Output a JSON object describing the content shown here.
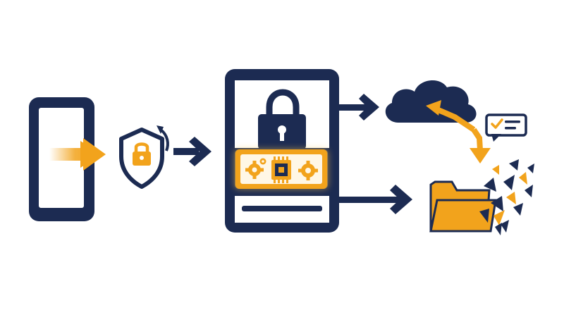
{
  "diagram": {
    "colors": {
      "navy": "#1c2b52",
      "accent": "#f2a31c",
      "glow": "#ffc64d",
      "background": "#ffffff",
      "screen": "#ffffff"
    },
    "nodes": [
      {
        "id": "smartphone",
        "icon": "smartphone-icon"
      },
      {
        "id": "secure-transfer",
        "icon": "shield-lock-icon"
      },
      {
        "id": "secure-server",
        "icon": "server-lock-icon"
      },
      {
        "id": "processing-chip",
        "icon": "chip-gears-icon"
      },
      {
        "id": "cloud-storage",
        "icon": "cloud-icon"
      },
      {
        "id": "status-message",
        "icon": "chat-check-icon"
      },
      {
        "id": "shredded-folder",
        "icon": "folder-shred-icon"
      }
    ],
    "edges": [
      {
        "from": "smartphone",
        "to": "secure-transfer",
        "style": "accent"
      },
      {
        "from": "secure-transfer",
        "to": "secure-server",
        "style": "navy"
      },
      {
        "from": "secure-server",
        "to": "cloud-storage",
        "style": "navy"
      },
      {
        "from": "secure-server",
        "to": "shredded-folder",
        "style": "navy"
      },
      {
        "from": "shredded-folder",
        "to": "cloud-storage",
        "style": "accent"
      },
      {
        "from": "cloud-storage",
        "to": "shredded-folder",
        "style": "accent"
      }
    ]
  }
}
